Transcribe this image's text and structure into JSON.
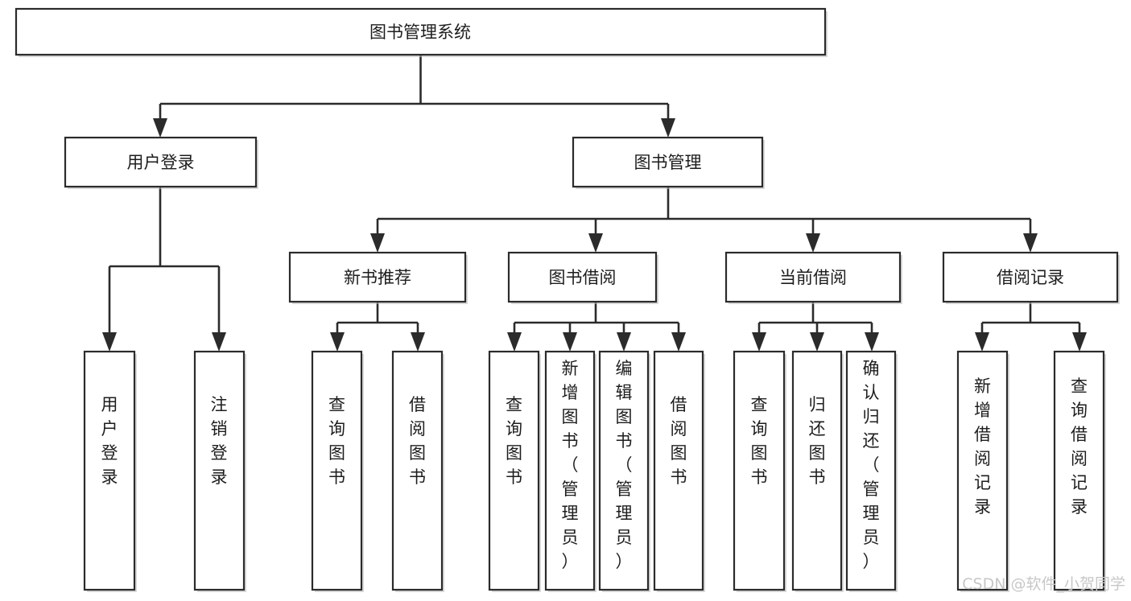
{
  "diagram": {
    "title": "图书管理系统",
    "orientation": "top-down-tree",
    "watermark": "CSDN @软件_小贺同学",
    "colors": {
      "background": "#ffffff",
      "node_fill": "#ffffff",
      "node_stroke": "#2b2b2b",
      "edge": "#2b2b2b",
      "text": "#1d1d1d",
      "watermark": "#c7c7c7"
    },
    "nodes": {
      "root": {
        "label": "图书管理系统",
        "level": 1,
        "orientation": "horizontal"
      },
      "l2": [
        {
          "id": "user-login",
          "label": "用户登录",
          "level": 2,
          "orientation": "horizontal"
        },
        {
          "id": "book-manage",
          "label": "图书管理",
          "level": 2,
          "orientation": "horizontal"
        }
      ],
      "l3": [
        {
          "id": "new-book-recommend",
          "label": "新书推荐",
          "level": 3,
          "orientation": "horizontal"
        },
        {
          "id": "book-borrow",
          "label": "图书借阅",
          "level": 3,
          "orientation": "horizontal"
        },
        {
          "id": "current-borrow",
          "label": "当前借阅",
          "level": 3,
          "orientation": "horizontal"
        },
        {
          "id": "borrow-record",
          "label": "借阅记录",
          "level": 3,
          "orientation": "horizontal"
        }
      ],
      "leaves": [
        {
          "id": "leaf-user-login",
          "label": "用户登录",
          "parent": "user-login",
          "orientation": "vertical"
        },
        {
          "id": "leaf-user-logout",
          "label": "注销登录",
          "parent": "user-login",
          "orientation": "vertical"
        },
        {
          "id": "leaf-query-book-1",
          "label": "查询图书",
          "parent": "new-book-recommend",
          "orientation": "vertical"
        },
        {
          "id": "leaf-borrow-book-1",
          "label": "借阅图书",
          "parent": "new-book-recommend",
          "orientation": "vertical"
        },
        {
          "id": "leaf-query-book-2",
          "label": "查询图书",
          "parent": "book-borrow",
          "orientation": "vertical"
        },
        {
          "id": "leaf-add-book",
          "label": "新增图书（管理员）",
          "parent": "book-borrow",
          "orientation": "vertical"
        },
        {
          "id": "leaf-edit-book",
          "label": "编辑图书（管理员）",
          "parent": "book-borrow",
          "orientation": "vertical"
        },
        {
          "id": "leaf-borrow-book-2",
          "label": "借阅图书",
          "parent": "book-borrow",
          "orientation": "vertical"
        },
        {
          "id": "leaf-query-book-3",
          "label": "查询图书",
          "parent": "current-borrow",
          "orientation": "vertical"
        },
        {
          "id": "leaf-return-book",
          "label": "归还图书",
          "parent": "current-borrow",
          "orientation": "vertical"
        },
        {
          "id": "leaf-confirm-return",
          "label": "确认归还（管理员）",
          "parent": "current-borrow",
          "orientation": "vertical"
        },
        {
          "id": "leaf-add-record",
          "label": "新增借阅记录",
          "parent": "borrow-record",
          "orientation": "vertical"
        },
        {
          "id": "leaf-query-record",
          "label": "查询借阅记录",
          "parent": "borrow-record",
          "orientation": "vertical"
        }
      ]
    }
  }
}
